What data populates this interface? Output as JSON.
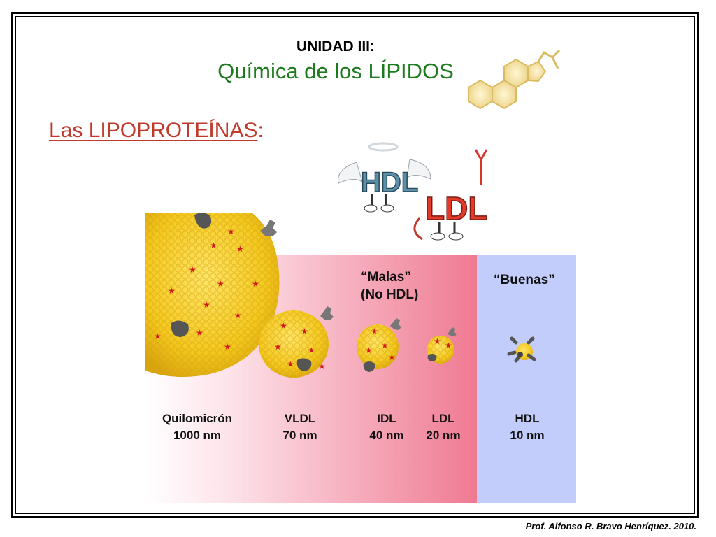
{
  "header": {
    "unit": "UNIDAD III:",
    "title": "Química de los LÍPIDOS"
  },
  "section": {
    "title": "Las LIPOPROTEÍNAS",
    "colon": ":"
  },
  "cartoon": {
    "angel_text": "HDL",
    "devil_text": "LDL"
  },
  "groups": {
    "bad_line1": "“Malas”",
    "bad_line2": "(No HDL)",
    "good": "“Buenas”"
  },
  "particles": [
    {
      "name": "Quilomicrón",
      "size": "1000 nm"
    },
    {
      "name": "VLDL",
      "size": "70 nm"
    },
    {
      "name": "IDL",
      "size": "40 nm"
    },
    {
      "name": "LDL",
      "size": "20 nm"
    },
    {
      "name": "HDL",
      "size": "10 nm"
    }
  ],
  "footer": {
    "credit": "Prof. Alfonso R. Bravo Henríquez. 2010."
  },
  "colors": {
    "title_green": "#1e7a1e",
    "section_red": "#c0392b",
    "bad_gradient_end": "#ef7a92",
    "good_blue": "#c2cdfb",
    "lipid_yellow": "#f4c81e"
  },
  "icons": [
    "steroid-molecule-icon",
    "lipoprotein-particle-icon",
    "apoprotein-icon"
  ]
}
